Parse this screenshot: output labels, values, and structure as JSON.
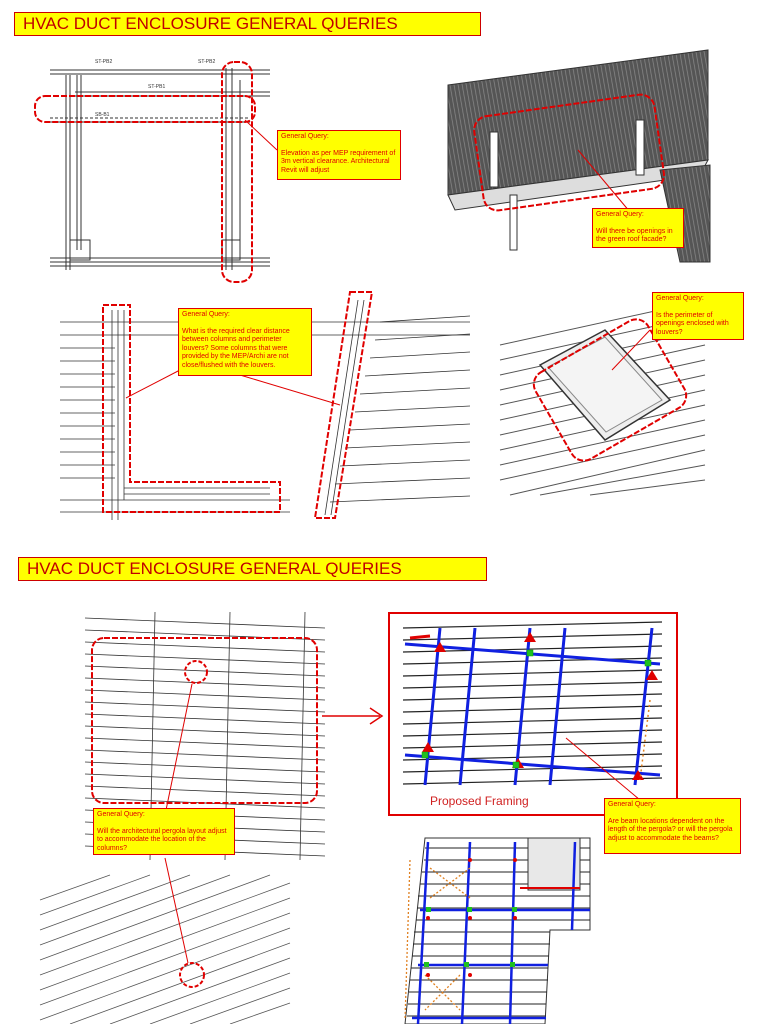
{
  "page1": {
    "title": "HVAC DUCT ENCLOSURE GENERAL QUERIES",
    "drawing_labels": {
      "stpb2_a": "ST-PB2",
      "stpb2_b": "ST-PB2",
      "stpb1": "ST-PB1",
      "sbb1": "SB-B1"
    },
    "callouts": [
      {
        "title": "General Query:",
        "body": "Elevation as per MEP requirement of 3m vertical clearance. Architectural Revit will adjust"
      },
      {
        "title": "General Query:",
        "body": "Will there be openings in the green roof facade?"
      },
      {
        "title": "General Query:",
        "body": "What is the required clear distance between columns and perimeter louvers? Some columns that were provided by the MEP/Archi are not close/flushed with the louvers."
      },
      {
        "title": "General Query:",
        "body": "Is the perimeter of openings enclosed with louvers?"
      }
    ]
  },
  "page2": {
    "title": "HVAC DUCT ENCLOSURE GENERAL QUERIES",
    "proposed_framing_label": "Proposed Framing",
    "callouts": [
      {
        "title": "General Query:",
        "body": "Will the architectural pergola layout adjust to accommodate the location of the columns?"
      },
      {
        "title": "General Query:",
        "body": "Are beam locations dependent on the length of the pergola? or will the pergola adjust to accommodate the beams?"
      }
    ]
  },
  "colors": {
    "title_bg": "#ffff00",
    "title_text": "#c00000",
    "markup": "#e00000",
    "beam": "#1020e0",
    "connection": "#20c020"
  }
}
